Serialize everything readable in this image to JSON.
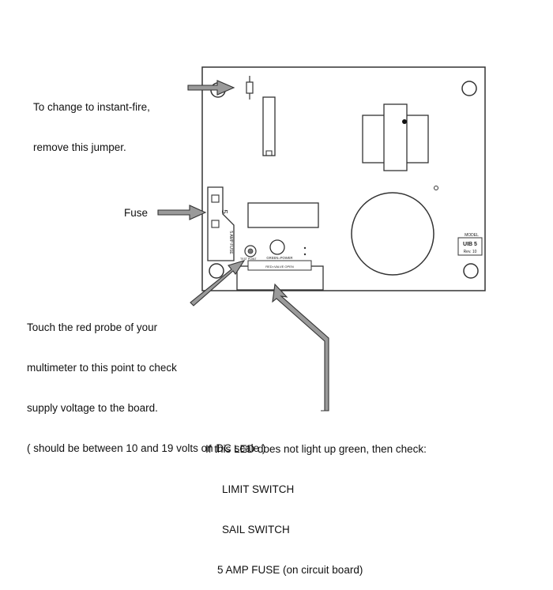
{
  "callouts": {
    "jumper": {
      "line1": "To change to instant-fire,",
      "line2": "remove this jumper."
    },
    "fuse": {
      "label": "Fuse"
    },
    "probe": {
      "line1": "Touch the red probe of your",
      "line2": "multimeter to this point to check",
      "line3": "supply voltage to the board.",
      "line4": "( should be between 10 and 19 volts on DC scale )"
    },
    "led": {
      "line1": "If this LED does not light up green, then check:",
      "item1": "LIMIT SWITCH",
      "item2": "SAIL SWITCH",
      "item3": "5 AMP FUSE (on circuit board)"
    }
  },
  "board": {
    "fuse_rating_digit": "5",
    "fuse_rating_text": "5 AMP FUSE",
    "led_label": "GREEN=POWER",
    "led_sublabel": "RED=VALVE OPEN",
    "test_point_label": "TEST POINT",
    "model_header": "MODEL",
    "model_name": "UIB 5",
    "model_rev": "Rev. 10"
  }
}
